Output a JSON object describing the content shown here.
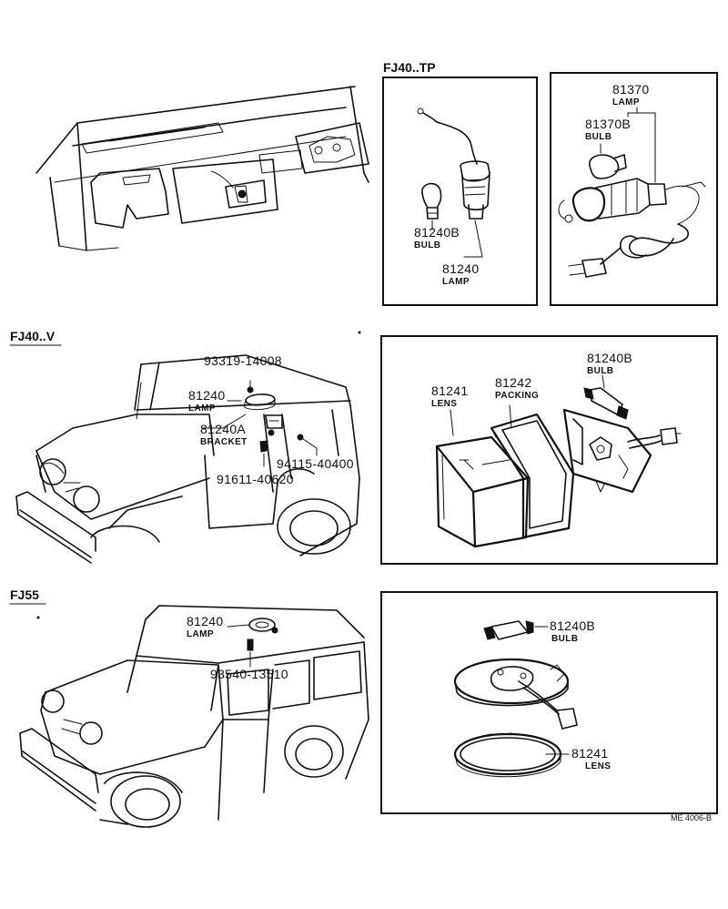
{
  "sections": {
    "fj40_tp": "FJ40..TP",
    "fj40_v": "FJ40..V",
    "fj55": "FJ55"
  },
  "parts": {
    "p81370": {
      "number": "81370",
      "name": "LAMP"
    },
    "p81370b": {
      "number": "81370B",
      "name": "BULB"
    },
    "p81240b_tp": {
      "number": "81240B",
      "name": "BULB"
    },
    "p81240_tp": {
      "number": "81240",
      "name": "LAMP"
    },
    "p93319": {
      "number": "93319-14008"
    },
    "p81240_v": {
      "number": "81240",
      "name": "LAMP"
    },
    "p81240a": {
      "number": "81240A",
      "name": "BRACKET"
    },
    "p94115": {
      "number": "94115-40400"
    },
    "p91611": {
      "number": "91611-40620"
    },
    "p81241_v": {
      "number": "81241",
      "name": "LENS"
    },
    "p81242": {
      "number": "81242",
      "name": "PACKING"
    },
    "p81240b_v": {
      "number": "81240B",
      "name": "BULB"
    },
    "p81240_55": {
      "number": "81240",
      "name": "LAMP"
    },
    "p93540": {
      "number": "93540-13510"
    },
    "p81240b_55": {
      "number": "81240B",
      "name": "BULB"
    },
    "p81241_55": {
      "number": "81241",
      "name": "LENS"
    }
  },
  "drawing_code": "ME 4006-B"
}
